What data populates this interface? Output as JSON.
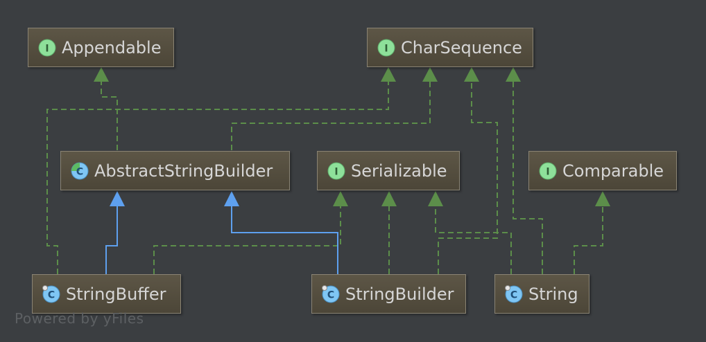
{
  "diagram": {
    "nodes": {
      "appendable": {
        "kind": "interface",
        "kind_letter": "I",
        "label": "Appendable"
      },
      "charsequence": {
        "kind": "interface",
        "kind_letter": "I",
        "label": "CharSequence"
      },
      "abstractstringbuilder": {
        "kind": "abstract-class",
        "kind_letter": "C",
        "label": "AbstractStringBuilder"
      },
      "serializable": {
        "kind": "interface",
        "kind_letter": "I",
        "label": "Serializable"
      },
      "comparable": {
        "kind": "interface",
        "kind_letter": "I",
        "label": "Comparable"
      },
      "stringbuffer": {
        "kind": "final-class",
        "kind_letter": "C",
        "label": "StringBuffer"
      },
      "stringbuilder": {
        "kind": "final-class",
        "kind_letter": "C",
        "label": "StringBuilder"
      },
      "string": {
        "kind": "final-class",
        "kind_letter": "C",
        "label": "String"
      }
    },
    "edges": [
      {
        "from": "abstractstringbuilder",
        "to": "appendable",
        "type": "implements"
      },
      {
        "from": "abstractstringbuilder",
        "to": "charsequence",
        "type": "implements"
      },
      {
        "from": "stringbuffer",
        "to": "charsequence",
        "type": "implements"
      },
      {
        "from": "stringbuffer",
        "to": "abstractstringbuilder",
        "type": "extends"
      },
      {
        "from": "stringbuffer",
        "to": "serializable",
        "type": "implements"
      },
      {
        "from": "stringbuilder",
        "to": "abstractstringbuilder",
        "type": "extends"
      },
      {
        "from": "stringbuilder",
        "to": "serializable",
        "type": "implements"
      },
      {
        "from": "stringbuilder",
        "to": "charsequence",
        "type": "implements"
      },
      {
        "from": "string",
        "to": "serializable",
        "type": "implements"
      },
      {
        "from": "string",
        "to": "charsequence",
        "type": "implements"
      },
      {
        "from": "string",
        "to": "comparable",
        "type": "implements"
      }
    ],
    "colors": {
      "background": "#3b3e41",
      "implements_edge": "#5c8e4a",
      "extends_edge": "#5ea0ef",
      "interface_icon": "#8ee09a",
      "class_icon": "#7fc6f4"
    }
  },
  "watermark": "Powered by yFiles"
}
